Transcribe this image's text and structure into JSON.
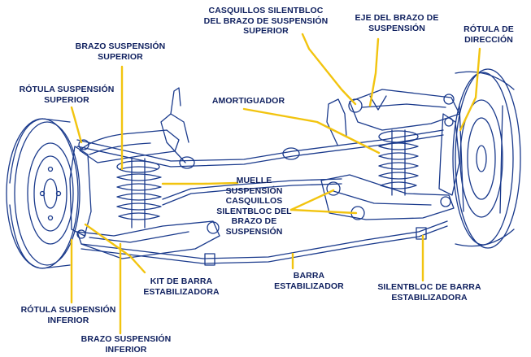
{
  "labels": {
    "casquillos_top": "CASQUILLOS SILENTBLOC\nDEL BRAZO DE SUSPENSIÓN\nSUPERIOR",
    "eje_brazo": "EJE DEL BRAZO DE\nSUSPENSIÓN",
    "rotula_direccion": "RÓTULA DE\nDIRECCIÓN",
    "brazo_superior": "BRAZO SUSPENSIÓN\nSUPERIOR",
    "rotula_superior": "RÓTULA SUSPENSIÓN\nSUPERIOR",
    "amortiguador": "AMORTIGUADOR",
    "muelle": "MUELLE\nSUSPENSIÓN\nCASQUILLOS\nSILENTBLOC DEL\nBRAZO DE\nSUSPENSIÓN",
    "kit_barra": "KIT DE BARRA\nESTABILIZADORA",
    "barra": "BARRA\nESTABILIZADOR",
    "silentbloc_barra": "SILENTBLOC DE BARRA\nESTABILIZADORA",
    "rotula_inferior": "RÓTULA SUSPENSIÓN\nINFERIOR",
    "brazo_inferior": "BRAZO SUSPENSIÓN\nINFERIOR"
  },
  "colors": {
    "line_art": "#1a3a8c",
    "leader": "#f2c40f",
    "label_text": "#0e1f5e",
    "background": "#ffffff"
  }
}
